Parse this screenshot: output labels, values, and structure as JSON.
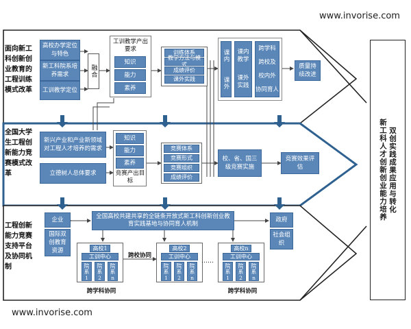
{
  "watermark_top": "www.invorise.com",
  "watermark_bottom": "www.invorise.com",
  "row1": {
    "label": "面向新工科创新创业教育的工程训练模式改革",
    "inputs": [
      "高校办学定位与特色",
      "新工科院系培养需求",
      "工训教学定位"
    ],
    "fusion": "融合",
    "req_title": "工训教学产出要求",
    "req_items": [
      "知识",
      "能力",
      "素养"
    ],
    "system": [
      "训练体系",
      "教学方法与模式",
      "成绩评价",
      "课外实践"
    ],
    "cols": [
      [
        "课内",
        "课外"
      ],
      [
        "课内教学",
        "课外实践"
      ],
      [
        "跨学科",
        "跨校及",
        "校内外",
        "协同育人"
      ]
    ],
    "quality": "质量持续改进"
  },
  "row2": {
    "label": "全国大学生工程创新能力竞赛模式改革",
    "inputs": [
      "新兴产业和产业新领域对工程人才培养的需求",
      "立德树人总体要求"
    ],
    "goal_items": [
      "知识",
      "能力",
      "素养"
    ],
    "goal_title": "竞赛产出目标",
    "system": [
      "竞赛体系",
      "竞赛形式",
      "竞赛组织",
      "成绩评价"
    ],
    "levels": "校、省、国三级竞赛实施",
    "eval": "竞赛效果评估"
  },
  "row3": {
    "label": "工程创新能力竞赛支持平台及协同机制",
    "left": [
      "企业",
      "国际双创教育资源"
    ],
    "platform": "全国高校共建共享的全链条开放式新工科创新创业教育实践基地与协同育人机制",
    "right": [
      "政府",
      "社会组织"
    ],
    "schools": [
      {
        "name": "高校1",
        "center": "工训中心",
        "depts": [
          "院系1",
          "院系2",
          "院系n"
        ]
      },
      {
        "name": "高校2",
        "center": "工训中心",
        "depts": [
          "院系1",
          "院系2",
          "院系n"
        ]
      },
      {
        "name": "高校n",
        "center": "工训中心",
        "depts": [
          "院系1",
          "院系2",
          "院系n"
        ]
      }
    ],
    "cross_school": "跨校协同",
    "ellipsis": "……",
    "cross_discipline": [
      "跨学科协同",
      "跨学科协同"
    ]
  },
  "outcome": {
    "line1": "新工科人才创新创业能力培养",
    "line2": "双创实践成果应用与转化"
  }
}
